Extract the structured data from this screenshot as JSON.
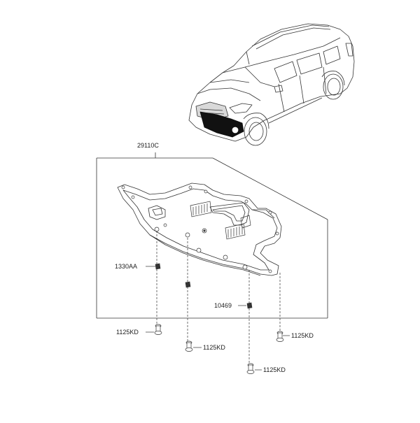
{
  "parts": {
    "undercover": {
      "code": "29110C"
    },
    "clip": {
      "code": "1330AA"
    },
    "nut": {
      "code": "10469"
    },
    "bolts": [
      {
        "code": "1125KD"
      },
      {
        "code": "1125KD"
      },
      {
        "code": "1125KD"
      },
      {
        "code": "1125KD"
      }
    ]
  },
  "colors": {
    "line": "#333333",
    "highlight": "#111111",
    "shade": "#d9d9d9"
  }
}
